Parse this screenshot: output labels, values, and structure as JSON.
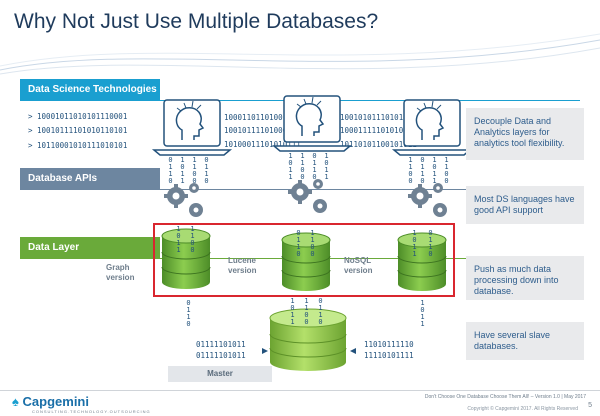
{
  "slide": {
    "title": "Why Not Just Use Multiple Databases?",
    "page_number": "5",
    "footer_text": "Don't Choose One Database Choose Them All! – Version 1.0 | May 2017",
    "footer_copyright": "Copyright © Capgemini 2017. All Rights Reserved",
    "logo_text": "Capgemini",
    "logo_tagline": "CONSULTING.TECHNOLOGY.OUTSOURCING"
  },
  "layers": {
    "data_science": "Data Science Technologies",
    "database_apis": "Database APIs",
    "data_layer": "Data Layer"
  },
  "callouts": [
    "Decouple Data and Analytics layers for analytics tool flexibility.",
    "Most DS languages have good API support",
    "Push as much data processing down into database.",
    "Have several slave databases."
  ],
  "db_labels": {
    "graph": "Graph version",
    "lucene": "Lucene version",
    "nosql": "NoSQL version",
    "master": "Master"
  },
  "bits": {
    "row1": "> 10001011010101110001",
    "row2": "> 10010111101010110101",
    "row3": "> 10110001010111010101",
    "mid1": "1000110110100101011",
    "mid2": "10010111101000101100",
    "mid3": "10100011101010111",
    "right1": "10010101110101101",
    "right2": "1000111110101010",
    "right3": "10110101100101011",
    "master_left1": "01111101011",
    "master_left2": "01111101011",
    "master_right1": "11010111110",
    "master_right2": "11110101111",
    "vertical_a": "0110",
    "vertical_b": "1011",
    "vertical_c": "1100"
  },
  "colors": {
    "accent_blue": "#1a9fd0",
    "api_band": "#6d86a0",
    "data_band": "#6aaa3a",
    "db_green": "#5fa134",
    "highlight_red": "#d9262f",
    "master_db": "#8cc63f"
  },
  "icons": [
    "head-silhouette-icon",
    "gear-icon",
    "database-icon"
  ]
}
